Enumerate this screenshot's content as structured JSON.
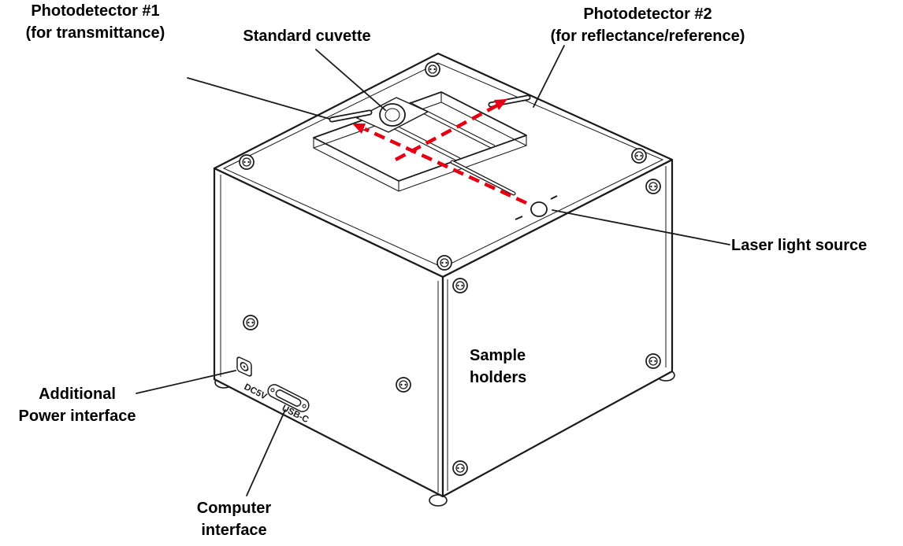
{
  "colors": {
    "outline": "#1a1a1a",
    "beam": "#e60012"
  },
  "callouts": {
    "photodetector1": {
      "line1": "Photodetector #1",
      "line2": "(for transmittance)"
    },
    "standard_cuvette": {
      "label": "Standard cuvette"
    },
    "photodetector2": {
      "line1": "Photodetector #2",
      "line2": "(for reflectance/reference)"
    },
    "laser": {
      "label": "Laser light source"
    },
    "sample_holders": {
      "line1": "Sample",
      "line2": "holders"
    },
    "power_interface": {
      "line1": "Additional",
      "line2": "Power interface"
    },
    "computer_interface": {
      "line1": "Computer",
      "line2": "interface"
    }
  },
  "port_labels": {
    "dc": "DC5V",
    "usb": "USB-C"
  }
}
